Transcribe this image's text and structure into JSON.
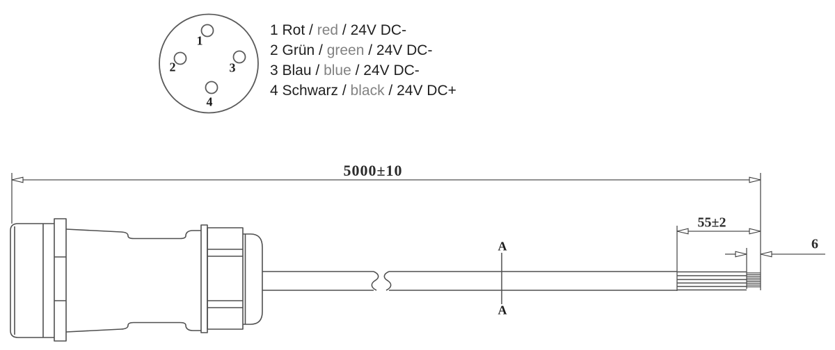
{
  "pinout": {
    "pins": [
      {
        "label": "1"
      },
      {
        "label": "2"
      },
      {
        "label": "3"
      },
      {
        "label": "4"
      }
    ],
    "legend": [
      {
        "prefix": "1 Rot / ",
        "color_en": "red",
        "suffix": " / 24V DC-"
      },
      {
        "prefix": "2 Grün / ",
        "color_en": "green",
        "suffix": " / 24V DC-"
      },
      {
        "prefix": "3 Blau / ",
        "color_en": "blue",
        "suffix": " / 24V DC-"
      },
      {
        "prefix": "4 Schwarz / ",
        "color_en": "black",
        "suffix": " / 24V DC+"
      }
    ]
  },
  "dimensions": {
    "overall_length": "5000±10",
    "strip_length": "55±2",
    "tip_length": "6",
    "section_label": "A"
  },
  "colors": {
    "line": "#4f4f4f",
    "text": "#1f1f1f",
    "muted_text": "#828282"
  }
}
